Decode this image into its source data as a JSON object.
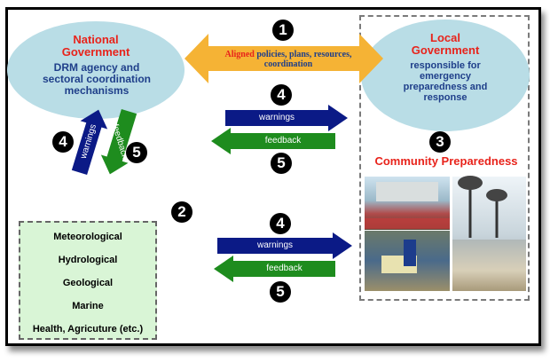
{
  "national": {
    "title_line1": "National",
    "title_line2": "Government",
    "desc_line1": "DRM agency and",
    "desc_line2": "sectoral coordination",
    "desc_line3": "mechanisms"
  },
  "local": {
    "title_line1": "Local",
    "title_line2": "Government",
    "desc_line1": "responsible for",
    "desc_line2": "emergency",
    "desc_line3": "preparedness and",
    "desc_line4": "response"
  },
  "aligned": {
    "word": "Aligned",
    "rest": "policies, plans, resources,",
    "line2": "coordination"
  },
  "arrows": {
    "warnings": "warnings",
    "feedback": "feedback"
  },
  "badges": {
    "b1": "1",
    "b2": "2",
    "b3": "3",
    "b4": "4",
    "b5": "5"
  },
  "community": {
    "title": "Community Preparedness"
  },
  "hazards": [
    "Meteorological",
    "Hydrological",
    "Geological",
    "Marine",
    "Health, Agricuture (etc.)"
  ],
  "colors": {
    "ellipse": "#b9dde6",
    "national_title": "#e8231b",
    "desc_blue": "#1f3f8a",
    "aligned_red": "#e8231b",
    "aligned_blue": "#1f3f8a",
    "aligned_arrow": "#f5b335",
    "warnings_arrow": "#0b1a86",
    "feedback_arrow": "#1e8c1e",
    "community_red": "#e8231b"
  }
}
